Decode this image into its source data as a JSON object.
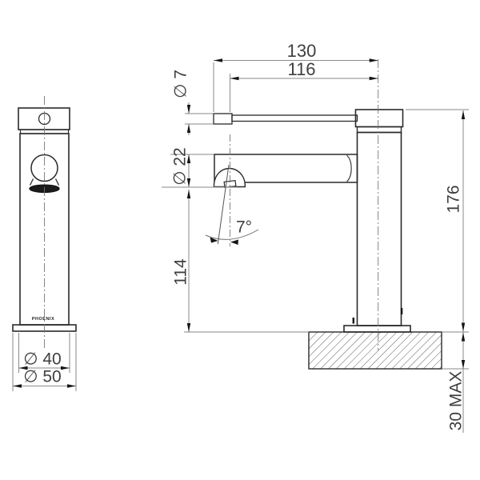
{
  "drawing": {
    "brand": "PHOENIX",
    "dimensions": {
      "spout_reach_overall": "130",
      "spout_reach": "116",
      "spout_tip_diameter": "∅ 7",
      "spout_diameter": "∅ 22",
      "outlet_height": "114",
      "overall_height": "176",
      "lever_angle": "7°",
      "body_diameter": "∅ 40",
      "base_diameter": "∅ 50",
      "bench_thickness": "30 MAX"
    },
    "line_colors": {
      "object": "#2a2a2a",
      "thin": "#8a8a8a",
      "arrow": "#151515"
    }
  }
}
